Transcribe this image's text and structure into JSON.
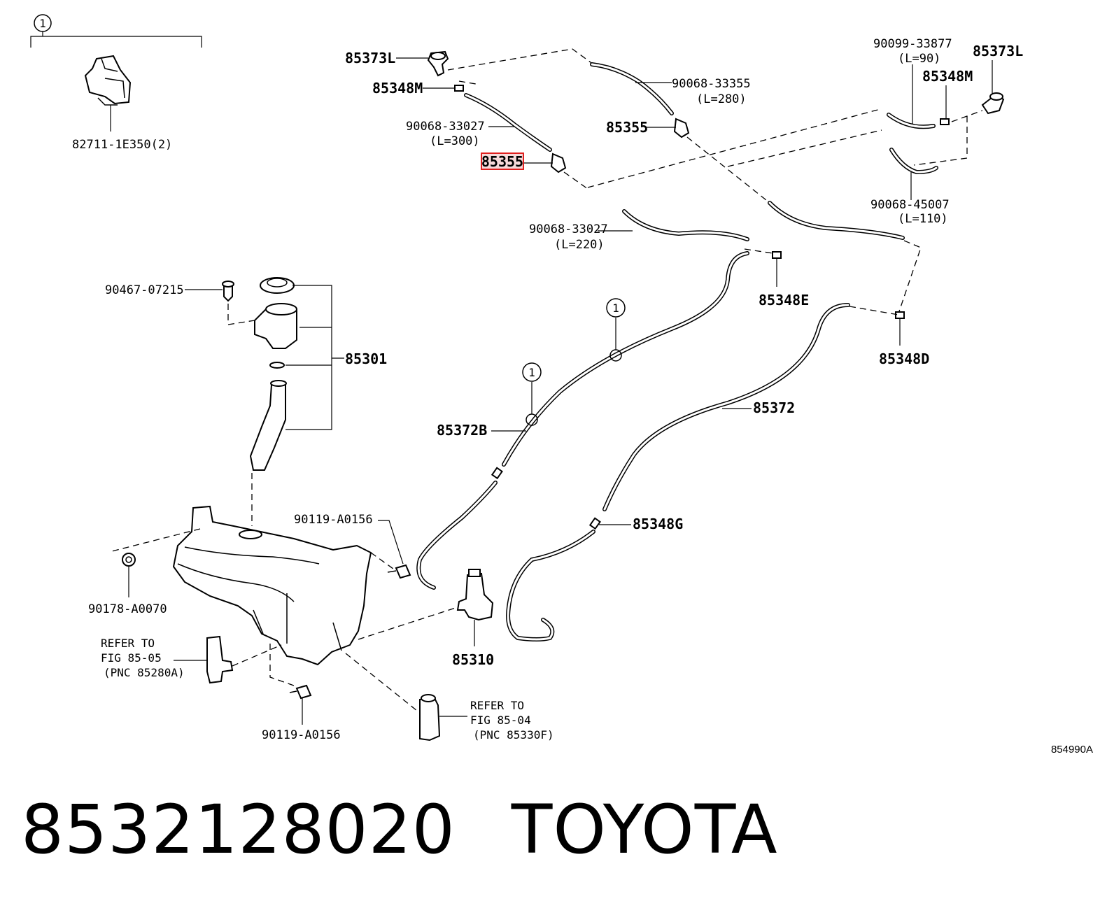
{
  "diagram_code": "854990A",
  "footer": {
    "part_number": "8532128020",
    "brand": "TOYOTA"
  },
  "group_marker": "1",
  "labels": {
    "clip": "82711-1E350(2)",
    "nozzle_left_top": "85373L",
    "check_valve_left": "85348M",
    "hose_left": "90068-33027",
    "hose_left_len": "(L=300)",
    "joint_highlighted": "85355",
    "hose_mid_top": "90068-33355",
    "hose_mid_top_len": "(L=280)",
    "joint_mid": "85355",
    "hose_right_top": "90099-33877",
    "hose_right_top_len": "(L=90)",
    "nozzle_right": "85373L",
    "check_valve_right": "85348M",
    "hose_right_mid": "90068-45007",
    "hose_right_mid_len": "(L=110)",
    "hose_center": "90068-33027",
    "hose_center_len": "(L=220)",
    "connector_e": "85348E",
    "connector_d": "85348D",
    "clip_bolt": "90467-07215",
    "inlet_assy": "85301",
    "hose_b": "85372B",
    "hose_main": "85372",
    "connector_g": "85348G",
    "bolt_upper": "90119-A0156",
    "grommet": "90178-A0070",
    "refer_left_1": "REFER TO",
    "refer_left_2": "FIG 85-05",
    "refer_left_3": "(PNC 85280A)",
    "motor": "85310",
    "bolt_lower": "90119-A0156",
    "refer_right_1": "REFER TO",
    "refer_right_2": "FIG 85-04",
    "refer_right_3": "(PNC 85330F)"
  },
  "colors": {
    "ink": "#000000",
    "highlight": "#e0201f",
    "highlight_fill": "#f6dada",
    "background": "#ffffff"
  }
}
